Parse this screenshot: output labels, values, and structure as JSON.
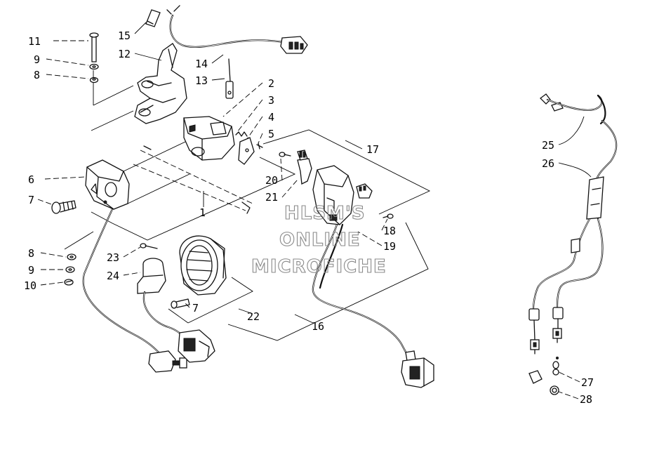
{
  "watermark": {
    "lines": [
      "HLSM'S",
      "ONLINE",
      "MICROFICHE"
    ]
  },
  "callouts": [
    {
      "id": "c11a",
      "text": "11"
    },
    {
      "id": "c9a",
      "text": "9"
    },
    {
      "id": "c8a",
      "text": "8"
    },
    {
      "id": "c15",
      "text": "15"
    },
    {
      "id": "c12",
      "text": "12"
    },
    {
      "id": "c14",
      "text": "14"
    },
    {
      "id": "c13",
      "text": "13"
    },
    {
      "id": "c2",
      "text": "2"
    },
    {
      "id": "c3",
      "text": "3"
    },
    {
      "id": "c4",
      "text": "4"
    },
    {
      "id": "c5",
      "text": "5"
    },
    {
      "id": "c6",
      "text": "6"
    },
    {
      "id": "c7a",
      "text": "7"
    },
    {
      "id": "c1",
      "text": "1"
    },
    {
      "id": "c17",
      "text": "17"
    },
    {
      "id": "c20",
      "text": "20"
    },
    {
      "id": "c21",
      "text": "21"
    },
    {
      "id": "c18",
      "text": "18"
    },
    {
      "id": "c19",
      "text": "19"
    },
    {
      "id": "c8b",
      "text": "8"
    },
    {
      "id": "c9b",
      "text": "9"
    },
    {
      "id": "c10",
      "text": "10"
    },
    {
      "id": "c23",
      "text": "23"
    },
    {
      "id": "c24",
      "text": "24"
    },
    {
      "id": "c7b",
      "text": "7"
    },
    {
      "id": "c22",
      "text": "22"
    },
    {
      "id": "c16",
      "text": "16"
    },
    {
      "id": "c25",
      "text": "25"
    },
    {
      "id": "c26",
      "text": "26"
    },
    {
      "id": "c27",
      "text": "27"
    },
    {
      "id": "c28",
      "text": "28"
    }
  ]
}
